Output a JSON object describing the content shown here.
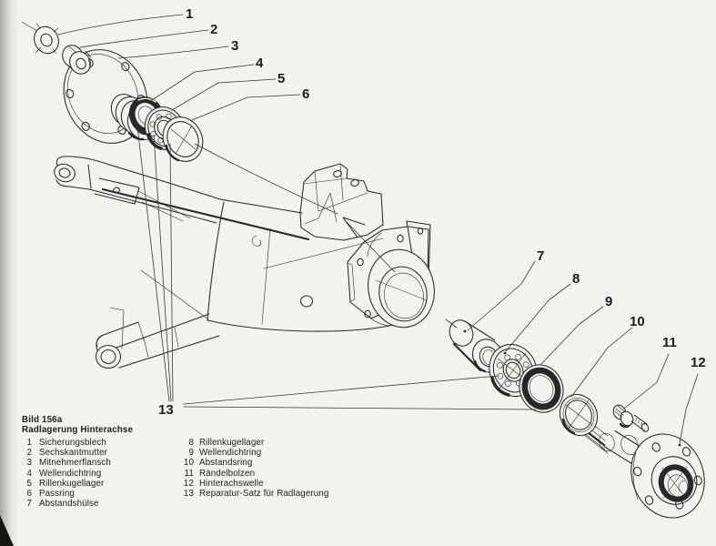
{
  "figure": {
    "number": "Bild 156a",
    "title": "Radlagerung Hinterachse"
  },
  "callouts": [
    "1",
    "2",
    "3",
    "4",
    "5",
    "6",
    "7",
    "8",
    "9",
    "10",
    "11",
    "12",
    "13"
  ],
  "legend": {
    "col1": [
      {
        "num": "1",
        "label": "Sicherungsblech"
      },
      {
        "num": "2",
        "label": "Sechskantmutter"
      },
      {
        "num": "3",
        "label": "Mitnehmerflansch"
      },
      {
        "num": "4",
        "label": "Wellendichtring"
      },
      {
        "num": "5",
        "label": "Rillenkugellager"
      },
      {
        "num": "6",
        "label": "Passring"
      },
      {
        "num": "7",
        "label": "Abstandshülse"
      }
    ],
    "col2": [
      {
        "num": "8",
        "label": "Rillenkugellager"
      },
      {
        "num": "9",
        "label": "Wellendichtring"
      },
      {
        "num": "10",
        "label": "Abstandsring"
      },
      {
        "num": "11",
        "label": "Rändelbolzen"
      },
      {
        "num": "12",
        "label": "Hinterachswelle"
      },
      {
        "num": "13",
        "label": "Reparatur-Satz für Radlagerung"
      }
    ]
  },
  "colors": {
    "paper": "#f3f2ee",
    "ink": "#2a2826"
  }
}
